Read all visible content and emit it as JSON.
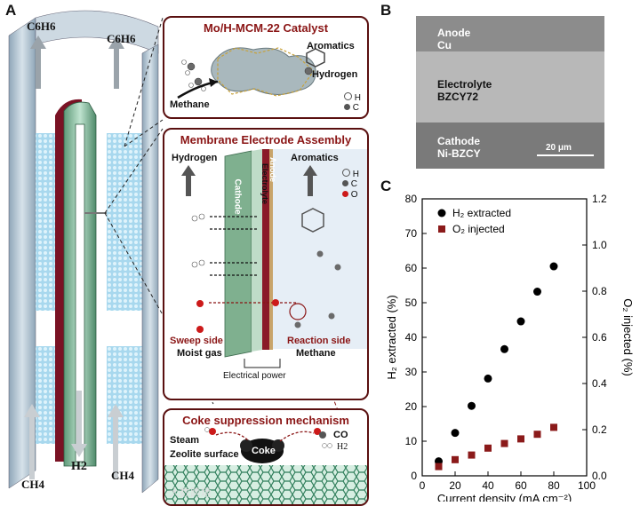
{
  "panels": {
    "a": "A",
    "b": "B",
    "c": "C"
  },
  "tube": {
    "top_left": "C6H6",
    "top_right": "C6H6",
    "bottom_left": "CH4",
    "bottom_right": "CH4",
    "bottom_center": "H2"
  },
  "catalyst": {
    "title": "Mo/H-MCM-22 Catalyst",
    "aromatics": "Aromatics",
    "hydrogen": "Hydrogen",
    "methane": "Methane",
    "legend_h": "H",
    "legend_c": "C"
  },
  "mea": {
    "title": "Membrane Electrode Assembly",
    "hydrogen": "Hydrogen",
    "aromatics": "Aromatics",
    "cathode": "Cathode",
    "electrolyte": "Electrolyte",
    "anode": "Anode",
    "legend_h": "H",
    "legend_c": "C",
    "legend_o": "O",
    "sweep_side": "Sweep side",
    "moist_gas": "Moist gas",
    "reaction_side": "Reaction side",
    "methane": "Methane",
    "electrical_power": "Electrical power"
  },
  "coke": {
    "title": "Coke suppression mechanism",
    "steam": "Steam",
    "co": "CO",
    "h2": "H2",
    "zeolite": "Zeolite surface",
    "coke": "Coke"
  },
  "sem": {
    "anode": "Anode",
    "anode_material": "Cu",
    "electrolyte": "Electrolyte",
    "electrolyte_material": "BZCY72",
    "cathode": "Cathode",
    "cathode_material": "Ni-BZCY",
    "scale": "20 μm"
  },
  "watermark": "大数跨境",
  "chart_data": {
    "type": "scatter",
    "xlabel": "Current density (mA cm⁻²)",
    "ylabel_left": "H₂ extracted (%)",
    "ylabel_right": "O₂ injected (%)",
    "xlim": [
      0,
      100
    ],
    "ylim_left": [
      0,
      80
    ],
    "ylim_right": [
      0,
      1.2
    ],
    "x_ticks": [
      0,
      20,
      40,
      60,
      80,
      100
    ],
    "y_ticks_left": [
      0,
      10,
      20,
      30,
      40,
      50,
      60,
      70,
      80
    ],
    "y_ticks_right": [
      "0.0",
      "0.2",
      "0.4",
      "0.6",
      "0.8",
      "1.0",
      "1.2"
    ],
    "legend_position": "top-left",
    "series": [
      {
        "name": "H₂ extracted",
        "axis": "left",
        "color": "#000000",
        "marker": "circle",
        "x": [
          10,
          20,
          30,
          40,
          50,
          60,
          70,
          80
        ],
        "y": [
          4.2,
          12.4,
          20.2,
          28.1,
          36.6,
          44.6,
          53.2,
          60.5
        ]
      },
      {
        "name": "O₂ injected",
        "axis": "right",
        "color": "#8b1a1a",
        "marker": "square",
        "x": [
          10,
          20,
          30,
          40,
          50,
          60,
          70,
          80
        ],
        "y": [
          0.04,
          0.07,
          0.09,
          0.12,
          0.14,
          0.16,
          0.18,
          0.21
        ]
      }
    ]
  }
}
